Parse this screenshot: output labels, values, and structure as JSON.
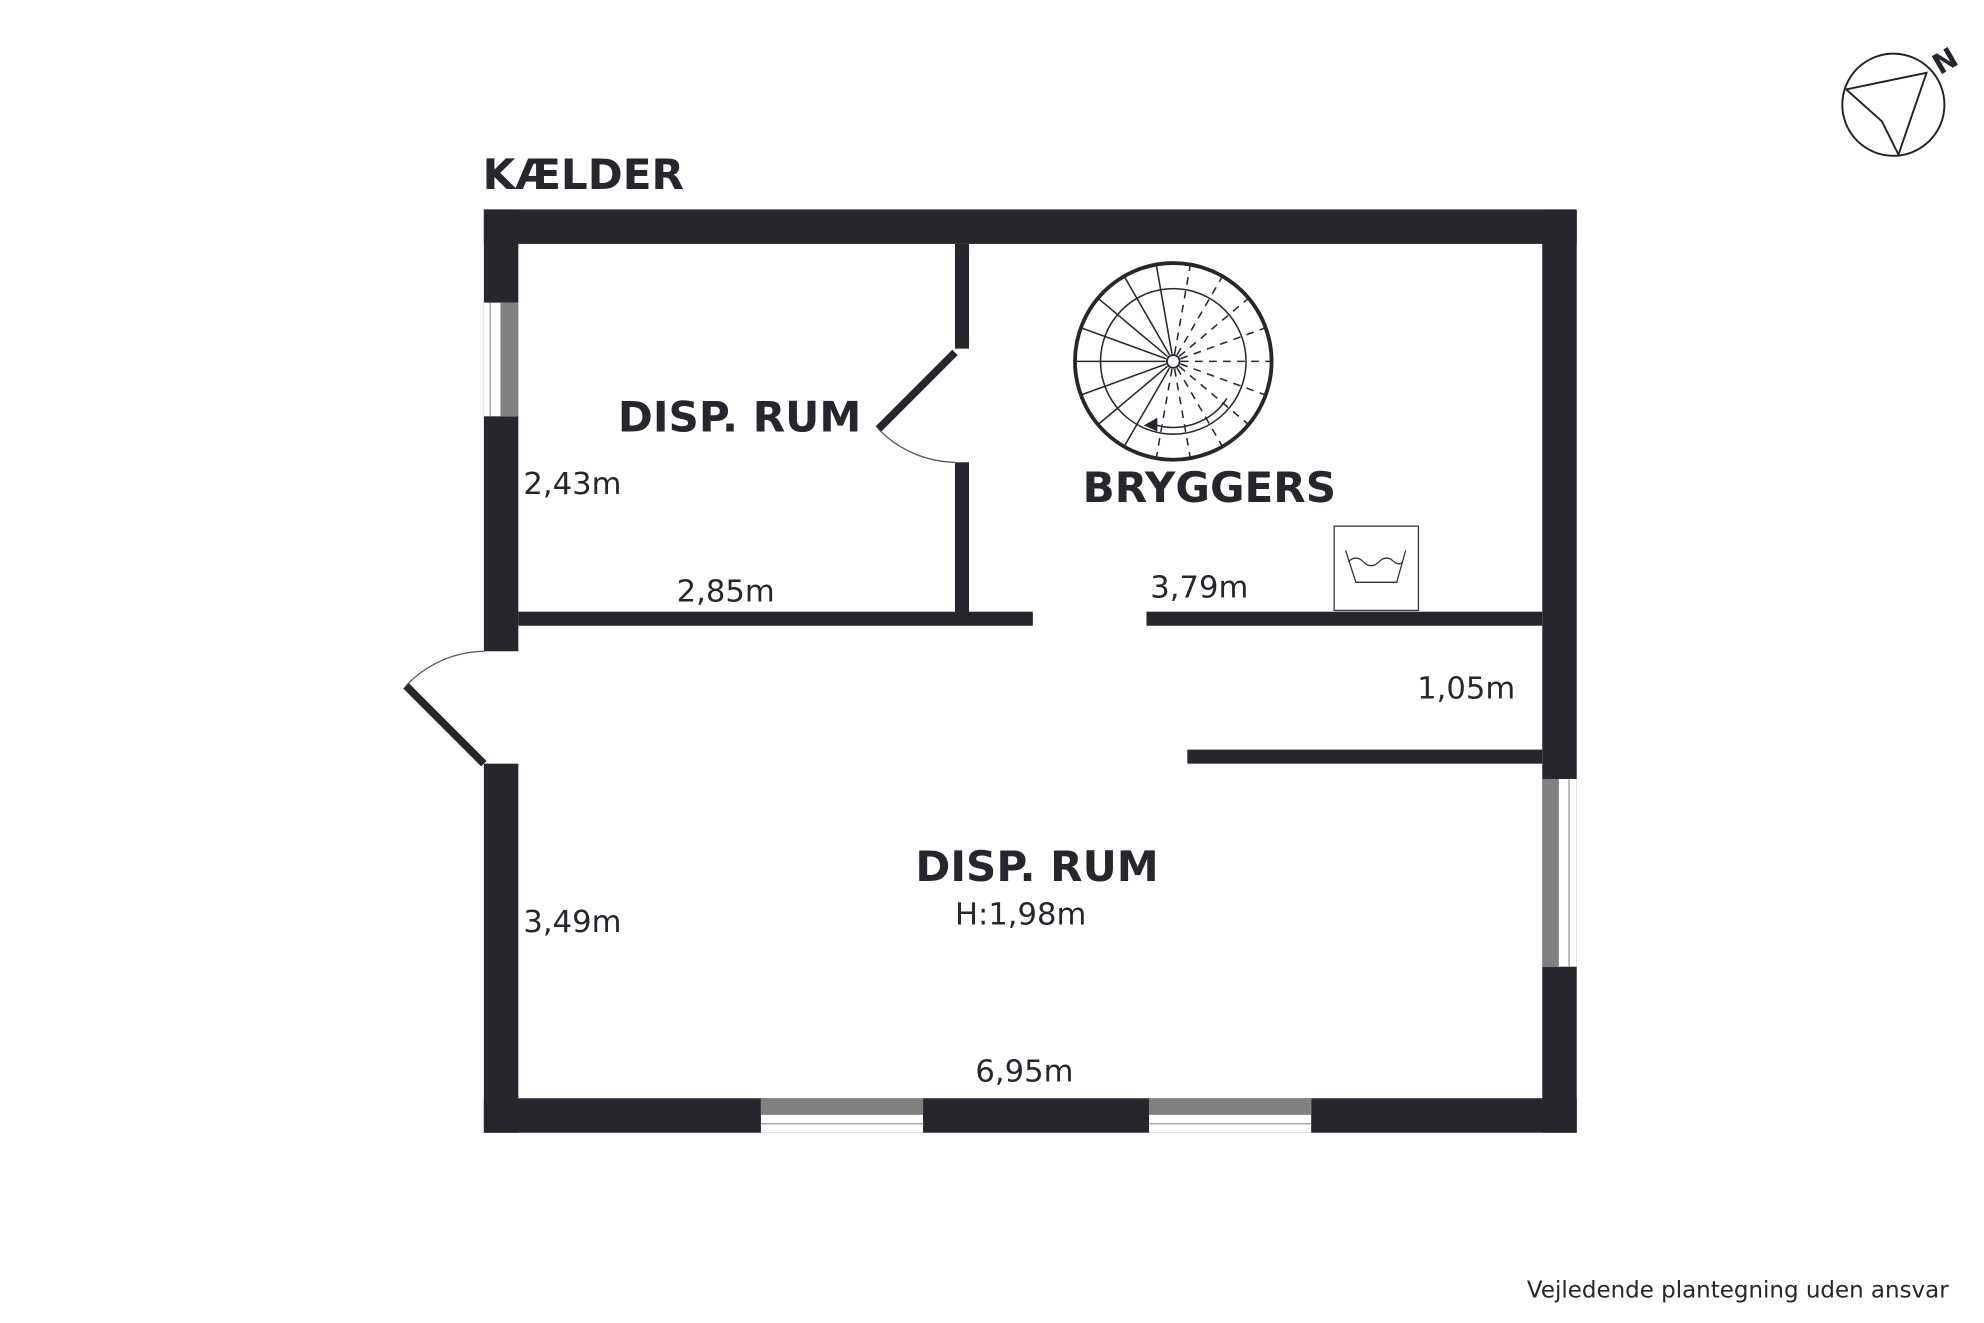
{
  "floor_title": "KÆLDER",
  "compass": {
    "label": "N"
  },
  "rooms": [
    {
      "name": "DISP. RUM",
      "dims": [
        "2,43m",
        "2,85m"
      ]
    },
    {
      "name": "BRYGGERS",
      "dims": [
        "3,79m",
        "1,05m"
      ]
    },
    {
      "name": "DISP. RUM",
      "height": "H:1,98m",
      "dims": [
        "3,49m",
        "6,95m"
      ]
    }
  ],
  "disclaimer": "Vejledende plantegning uden ansvar",
  "colors": {
    "wall": "#26272d",
    "window": "#808080"
  }
}
